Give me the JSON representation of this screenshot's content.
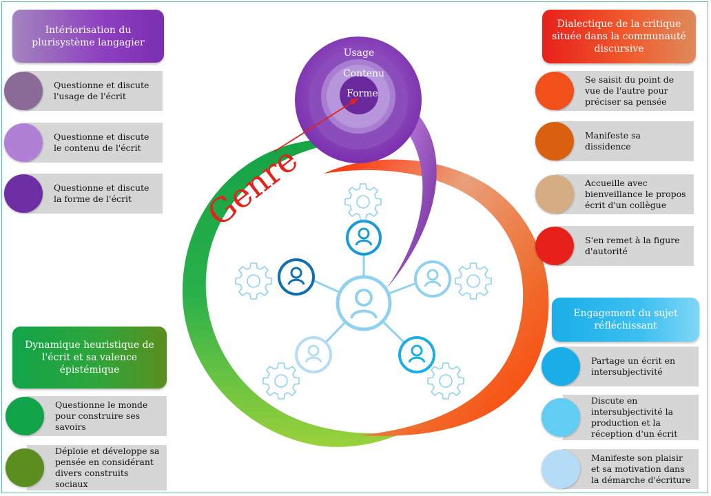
{
  "colors": {
    "purple_dark": "#6e2ea3",
    "purple_mid": "#b07fd6",
    "purple_grey": "#8c6a98",
    "green": "#12a44a",
    "olive": "#5b8e1f",
    "red": "#e8201c",
    "orange": "#f1501a",
    "burnt_orange": "#d8600f",
    "tan": "#d6ac82",
    "sky": "#1aaee8",
    "sky_light": "#62cdf2",
    "sky_pale": "#b5dcf7"
  },
  "center": {
    "genre_label": "Genre",
    "usage_label": "Usage",
    "contenu_label": "Contenu",
    "forme_label": "Forme"
  },
  "groups": {
    "interiorisation": {
      "title": "Intériorisation du plurisystème langagier",
      "items": [
        "Questionne et discute l'usage de l'écrit",
        "Questionne et discute le contenu de l'écrit",
        "Questionne et discute la forme de l'écrit"
      ]
    },
    "dialectique": {
      "title": "Dialectique de la critique située dans la communauté discursive",
      "items": [
        "Se saisit du point de vue de l'autre pour préciser sa pensée",
        "Manifeste sa dissidence",
        "Accueille avec bienveillance le propos écrit d'un collègue",
        "S'en remet à la figure d'autorité"
      ]
    },
    "dynamique": {
      "title": "Dynamique heuristique de l'écrit et sa valence épistémique",
      "items": [
        "Questionne le monde pour construire ses savoirs",
        "Déploie et développe sa pensée en considérant divers construits sociaux"
      ]
    },
    "engagement": {
      "title": "Engagement du sujet réfléchissant",
      "items": [
        "Partage un écrit en intersubjectivité",
        "Discute en intersubjectivité la production et la réception d'un écrit",
        "Manifeste son plaisir et sa motivation dans la démarche d'écriture"
      ]
    }
  }
}
